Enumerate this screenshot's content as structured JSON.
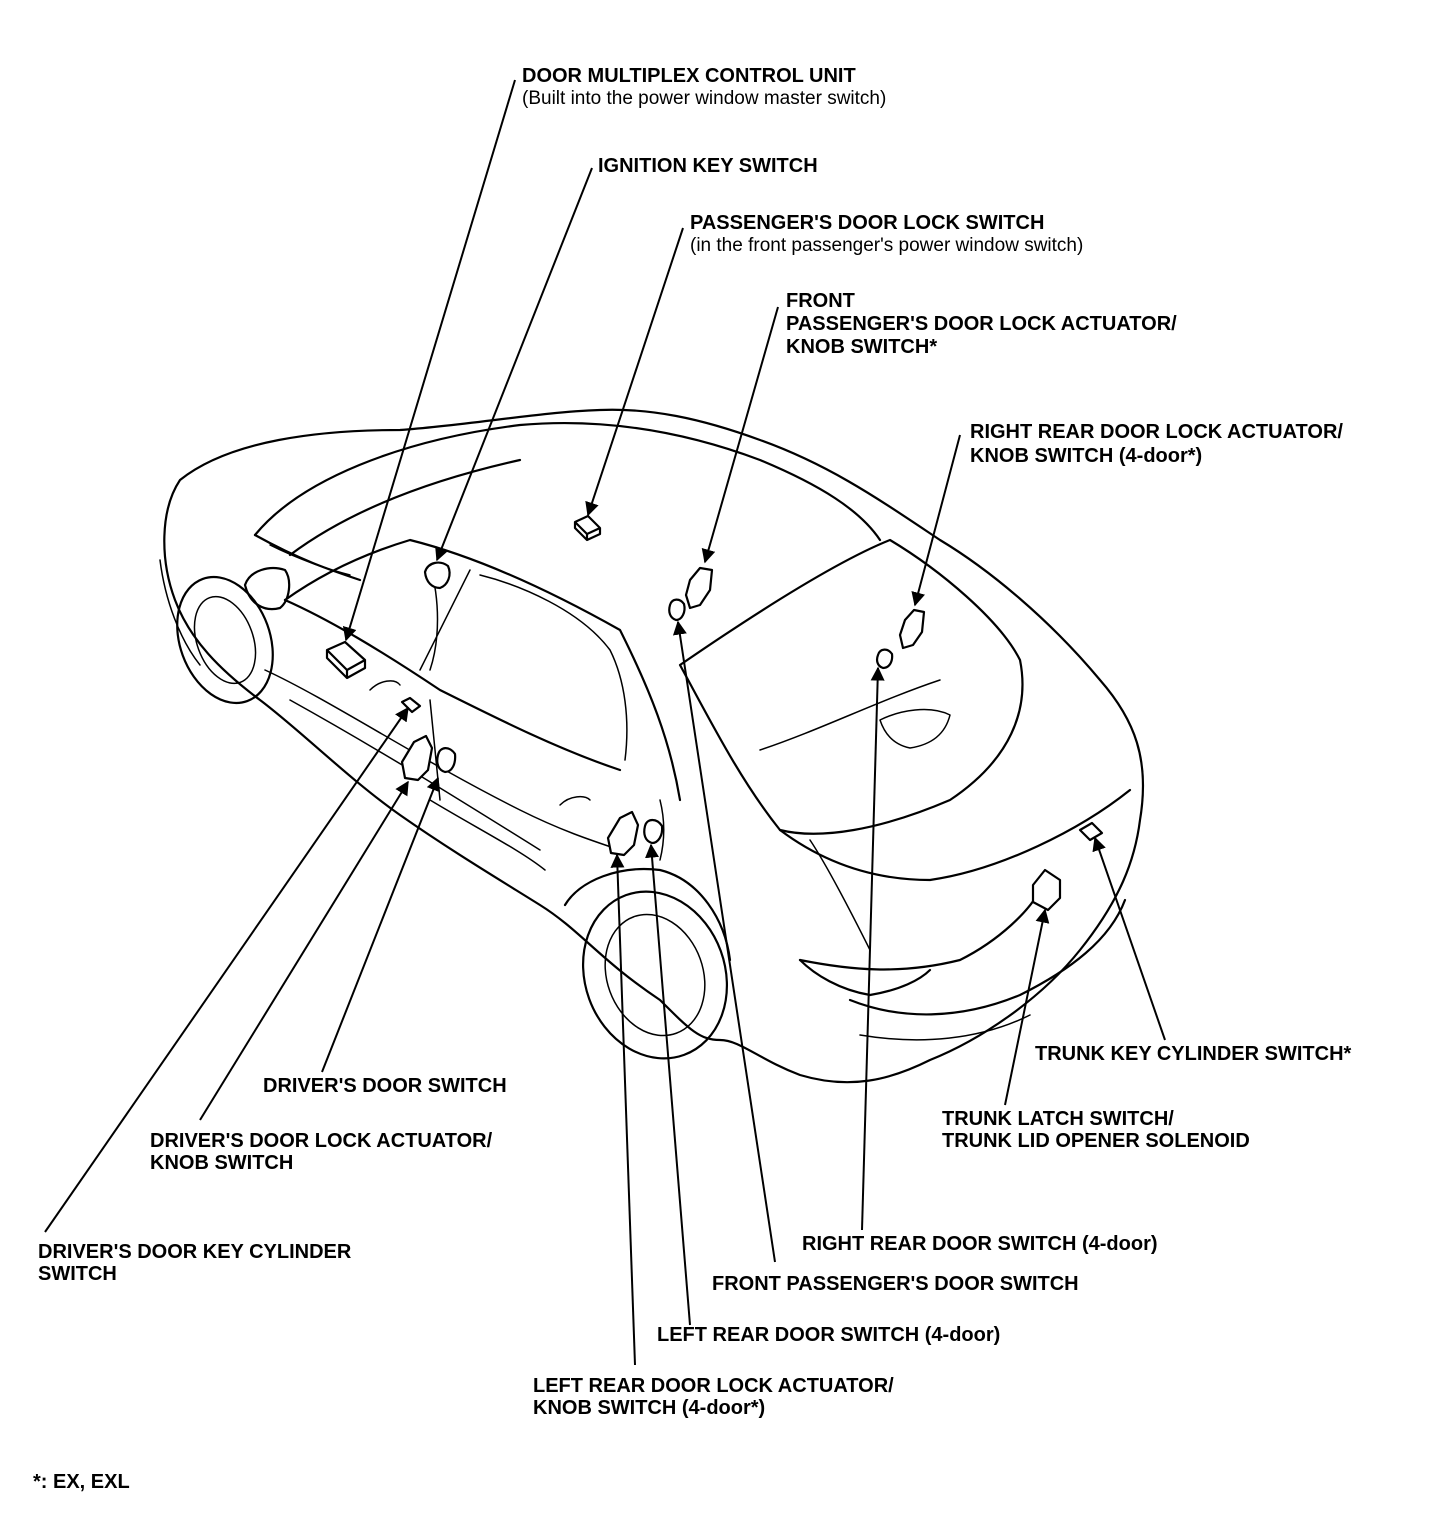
{
  "labels": {
    "door_multiplex": {
      "title": "DOOR MULTIPLEX CONTROL UNIT",
      "subtitle": "(Built into the power window master switch)"
    },
    "ignition_key": {
      "title": "IGNITION KEY SWITCH"
    },
    "passenger_lock_switch": {
      "title": "PASSENGER'S DOOR LOCK SWITCH",
      "subtitle": "(in the front passenger's power window switch)"
    },
    "front_passenger_actuator": {
      "line1": "FRONT",
      "line2": "PASSENGER'S DOOR LOCK ACTUATOR/",
      "line3": "KNOB SWITCH*"
    },
    "right_rear_actuator": {
      "line1": "RIGHT REAR DOOR LOCK ACTUATOR/",
      "line2": "KNOB SWITCH (4-door*)"
    },
    "trunk_key_cylinder": {
      "title": "TRUNK KEY CYLINDER SWITCH*"
    },
    "trunk_latch": {
      "line1": "TRUNK LATCH SWITCH/",
      "line2": "TRUNK LID OPENER SOLENOID"
    },
    "drivers_door_switch": {
      "title": "DRIVER'S DOOR SWITCH"
    },
    "drivers_lock_actuator": {
      "line1": "DRIVER'S DOOR LOCK ACTUATOR/",
      "line2": "KNOB SWITCH"
    },
    "drivers_key_cylinder": {
      "line1": "DRIVER'S DOOR KEY CYLINDER",
      "line2": "SWITCH"
    },
    "right_rear_door_switch": {
      "title": "RIGHT REAR DOOR SWITCH (4-door)"
    },
    "front_passenger_door_switch": {
      "title": "FRONT PASSENGER'S DOOR SWITCH"
    },
    "left_rear_door_switch": {
      "title": "LEFT REAR DOOR SWITCH (4-door)"
    },
    "left_rear_actuator": {
      "line1": "LEFT REAR DOOR LOCK ACTUATOR/",
      "line2": "KNOB SWITCH (4-door*)"
    }
  },
  "footnote": "*: EX, EXL"
}
